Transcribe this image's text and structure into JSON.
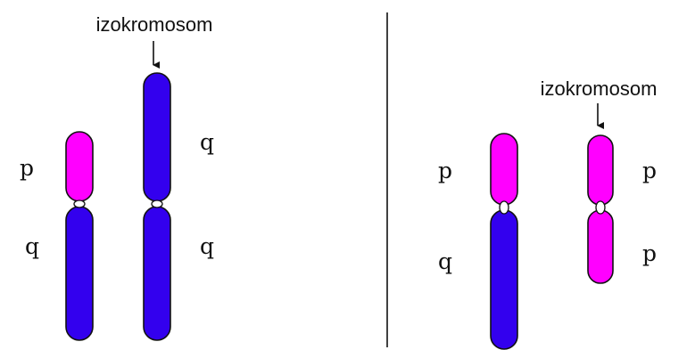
{
  "colors": {
    "p_arm": "#ff00ff",
    "q_arm": "#3300ee",
    "outline": "#111111",
    "divider": "#111111"
  },
  "left_panel": {
    "pointer_label": "izokromosom",
    "normal_chromosome": {
      "upper_arm_label": "p",
      "lower_arm_label": "q"
    },
    "isochromosome": {
      "upper_arm_label": "q",
      "lower_arm_label": "q"
    }
  },
  "right_panel": {
    "pointer_label": "izokromosom",
    "normal_chromosome": {
      "upper_arm_label": "p",
      "lower_arm_label": "q"
    },
    "isochromosome": {
      "upper_arm_label": "p",
      "lower_arm_label": "p"
    }
  }
}
